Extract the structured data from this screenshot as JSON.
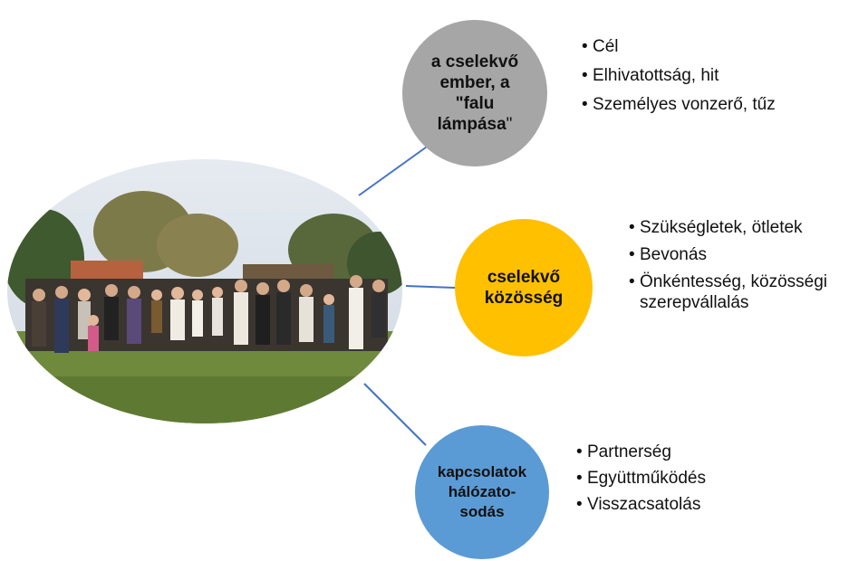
{
  "circles": [
    {
      "id": "leader",
      "label": "a cselekvő ember, a \"falu lámpása",
      "label_tail": "\"",
      "color": "#a6a6a6"
    },
    {
      "id": "community",
      "label": "cselekvő közösség",
      "color": "#ffc000"
    },
    {
      "id": "network",
      "label": "kapcsolatok hálózato-sodás",
      "color": "#5b9bd5"
    }
  ],
  "bullets": {
    "leader": [
      "Cél",
      "Elhivatottság, hit",
      "Személyes vonzerő, tűz"
    ],
    "community": [
      "Szükségletek, ötletek",
      "Bevonás",
      "Önkéntesség, közösségi szerepvállalás"
    ],
    "network": [
      "Partnerség",
      "Együttműködés",
      "Visszacsatolás"
    ]
  },
  "connector_color": "#4472c4"
}
